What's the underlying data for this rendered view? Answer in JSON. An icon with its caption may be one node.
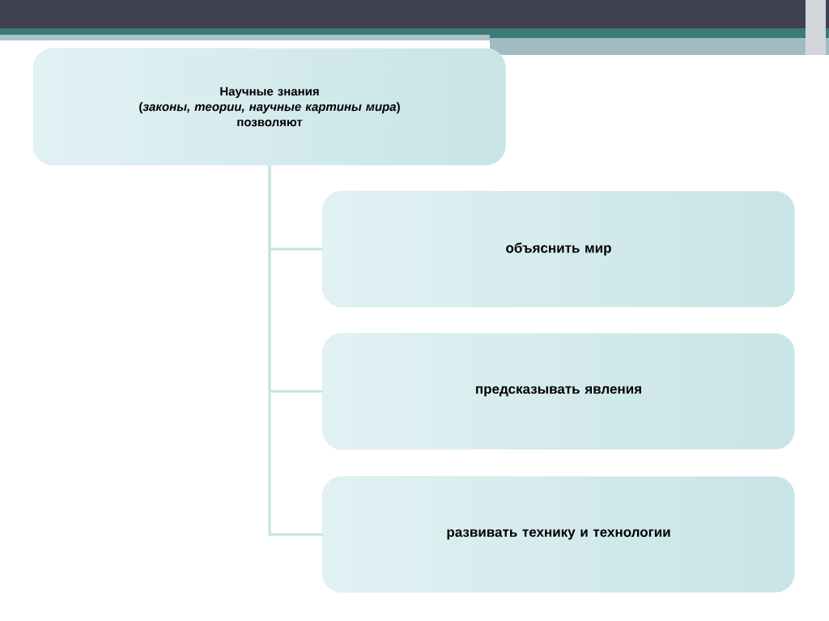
{
  "diagram": {
    "nodes": [
      {
        "text": [
          "Научные знания",
          "(*законы, теории, научные картины мира*)",
          "позволяют"
        ]
      },
      {
        "text": [
          "объяснить мир"
        ]
      },
      {
        "text": [
          "предсказывать явления"
        ]
      },
      {
        "text": [
          "развивать технику и технологии"
        ]
      }
    ],
    "edges": [
      {
        "from": 0,
        "to": 1,
        "arrow": "none"
      },
      {
        "from": 0,
        "to": 2,
        "arrow": "none"
      },
      {
        "from": 0,
        "to": 3,
        "arrow": "none"
      }
    ]
  }
}
